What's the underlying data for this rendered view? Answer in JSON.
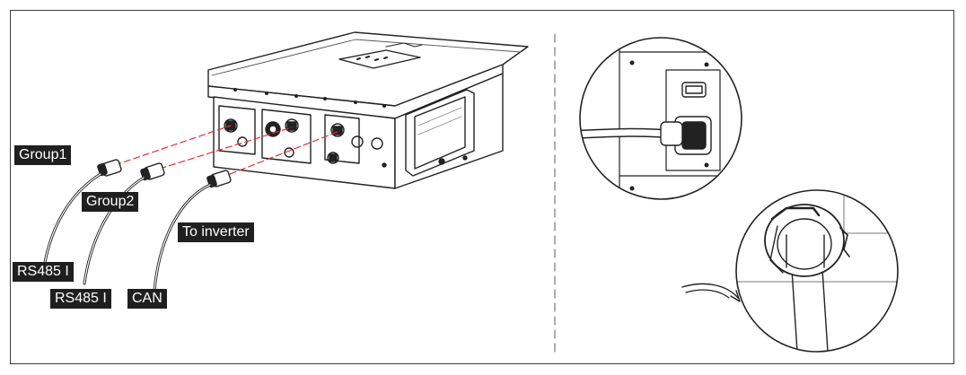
{
  "labels": {
    "group1": "Group1",
    "group2": "Group2",
    "to_inverter": "To inverter",
    "rs485_a": "RS485 I",
    "rs485_b": "RS485 I",
    "can": "CAN"
  },
  "colors": {
    "line": "#222222",
    "dash_red": "#e0303a",
    "label_bg": "#1f1f1f",
    "label_text": "#ffffff"
  }
}
